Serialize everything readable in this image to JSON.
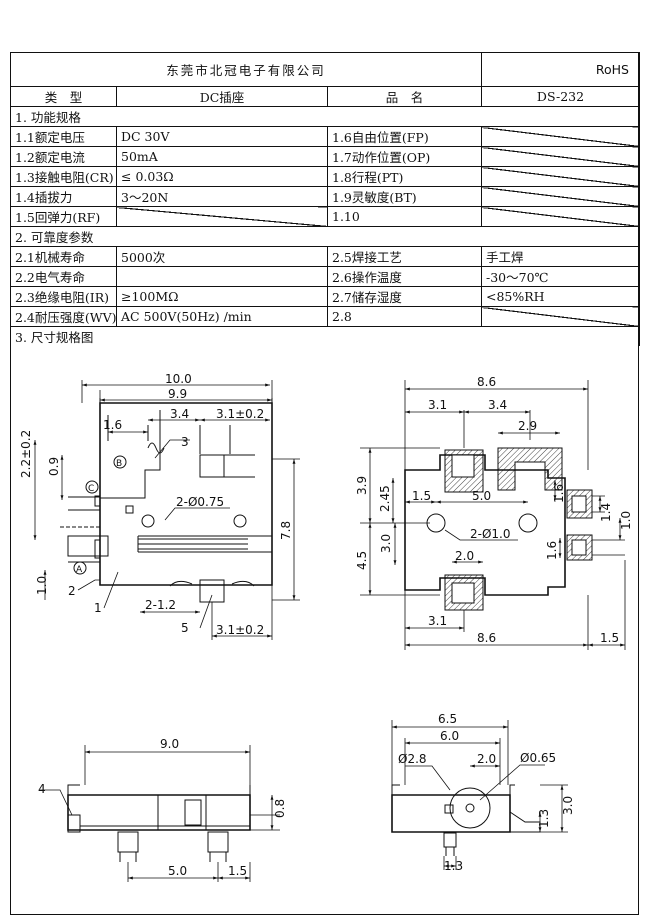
{
  "header": {
    "company": "东莞市北冠电子有限公司",
    "rohs": "RoHS"
  },
  "type_row": {
    "type_label": "类　型",
    "type_value": "DC插座",
    "name_label": "品　名",
    "name_value": "DS-232"
  },
  "sec1": {
    "title": "1. 功能规格",
    "rows": [
      {
        "l": "1.1额定电压",
        "lv": "DC 30V",
        "r": "1.6自由位置(FP)",
        "rv": ""
      },
      {
        "l": "1.2额定电流",
        "lv": "50mA",
        "r": "1.7动作位置(OP)",
        "rv": ""
      },
      {
        "l": "1.3接触电阻(CR)",
        "lv": "≤ 0.03Ω",
        "r": "1.8行程(PT)",
        "rv": ""
      },
      {
        "l": "1.4插拔力",
        "lv": "3～20N",
        "r": "1.9灵敏度(BT)",
        "rv": ""
      },
      {
        "l": "1.5回弹力(RF)",
        "lv": "",
        "r": "1.10",
        "rv": ""
      }
    ]
  },
  "sec2": {
    "title": "2. 可靠度参数",
    "rows": [
      {
        "l": "2.1机械寿命",
        "lv": "5000次",
        "r": "2.5焊接工艺",
        "rv": "手工焊"
      },
      {
        "l": "2.2电气寿命",
        "lv": "",
        "r": "2.6操作温度",
        "rv": "-30～70℃"
      },
      {
        "l": "2.3绝缘电阻(IR)",
        "lv": "≥100MΩ",
        "r": "2.7储存湿度",
        "rv": "<85%RH"
      },
      {
        "l": "2.4耐压强度(WV)",
        "lv": "AC 500V(50Hz) /min",
        "r": "2.8",
        "rv": ""
      }
    ]
  },
  "sec3": {
    "title": "3. 尺寸规格图"
  },
  "dims": {
    "front": {
      "w_total": "10.0",
      "w_body": "9.9",
      "d34": "3.4",
      "d31": "3.1±0.2",
      "d16": "1.6",
      "lbl3": "3",
      "d22": "2.2±0.2",
      "d09": "0.9",
      "holes": "2-Ø0.75",
      "h78": "7.8",
      "d10": "1.0",
      "lbl2": "2",
      "lbl1": "1",
      "d212": "2-1.2",
      "lbl5": "5",
      "d31b": "3.1±0.2",
      "pinB": "B",
      "pinC": "C",
      "pinA": "A"
    },
    "pcb": {
      "w86": "8.6",
      "d31": "3.1",
      "d34": "3.4",
      "d29": "2.9",
      "d39": "3.9",
      "d245": "2.45",
      "d15": "1.5",
      "d50": "5.0",
      "d16a": "1.6",
      "d141": "1.4",
      "d10": "1.0",
      "holes": "2-Ø1.0",
      "d30": "3.0",
      "d45": "4.5",
      "d20": "2.0",
      "d16b": "1.6",
      "d31b": "3.1",
      "w86b": "8.6",
      "d15b": "1.5"
    },
    "side": {
      "w90": "9.0",
      "lbl4": "4",
      "d08": "0.8",
      "d50": "5.0",
      "d15": "1.5"
    },
    "end": {
      "w65": "6.5",
      "w60": "6.0",
      "d28": "Ø2.8",
      "d20": "2.0",
      "d065": "Ø0.65",
      "d30": "3.0",
      "d13v": "1.3",
      "d13h": "1.3"
    }
  }
}
